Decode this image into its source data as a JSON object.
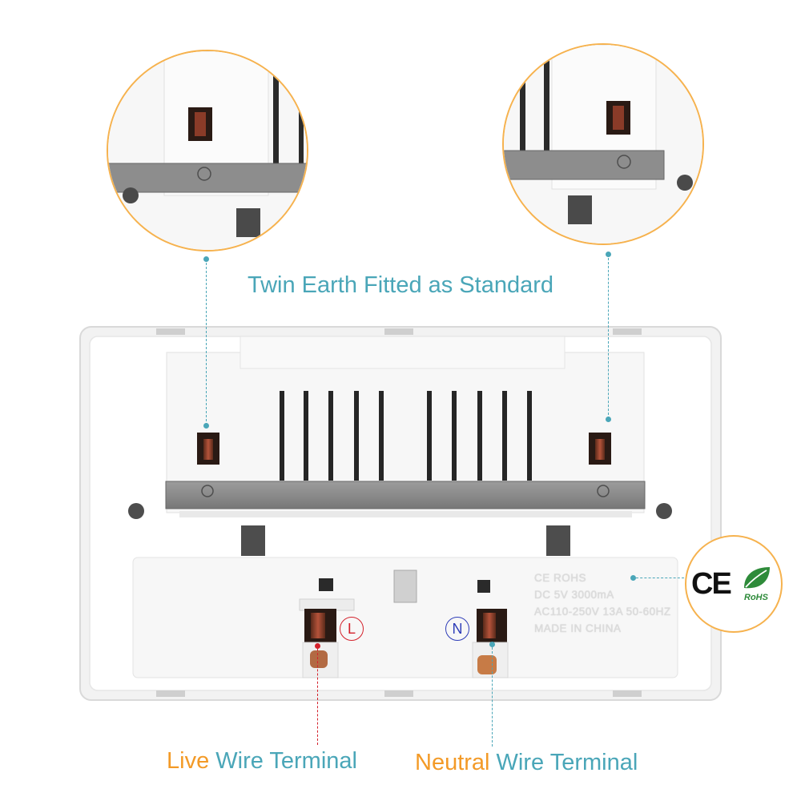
{
  "headline": "Twin Earth Fitted as Standard",
  "live_label": {
    "highlight": "Live",
    "rest": " Wire Terminal"
  },
  "neutral_label": {
    "highlight": "Neutral",
    "rest": " Wire Terminal"
  },
  "terminal_marks": {
    "live": "L",
    "neutral": "N"
  },
  "plate_text": [
    "CE  ROHS",
    "DC  5V  3000mA",
    "AC110-250V 13A  50-60HZ",
    "MADE  IN  CHINA"
  ],
  "certifications": {
    "ce": "CE",
    "rohs": "RoHS"
  },
  "colors": {
    "accent_text": "#4aa6b8",
    "highlight_text": "#f39a27",
    "circle_border": "#f6b24e",
    "live_line": "#d4212b",
    "neutral_mark": "#2e3db8",
    "rohs_green": "#2e8b3a"
  }
}
